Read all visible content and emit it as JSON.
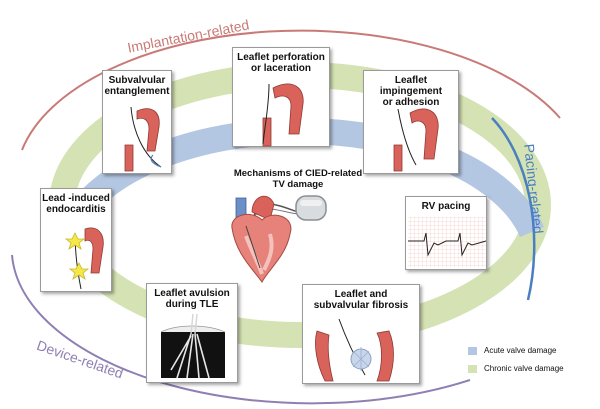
{
  "center_title": "Mechanisms of CIED-related\nTV damage",
  "categories": {
    "implantation": "Implantation-related",
    "pacing": "Pacing-related",
    "device": "Device-related"
  },
  "cards": {
    "subvalvular": "Subvalvular\nentanglement",
    "perforation": "Leaflet perforation\nor laceration",
    "impingement": "Leaflet impingement\nor adhesion",
    "endocarditis": "Lead -induced\nendocarditis",
    "rv_pacing": "RV pacing",
    "avulsion": "Leaflet avulsion\nduring TLE",
    "fibrosis": "Leaflet and\nsubvalvular fibrosis"
  },
  "legend": {
    "acute": "Acute valve damage",
    "chronic": "Chronic valve damage"
  },
  "colors": {
    "acute": "#b3c6e2",
    "chronic": "#d5e2b3",
    "implantation": "#c97a77",
    "pacing": "#4a7fc0",
    "device": "#8f7fb3",
    "vessel": "#d9625a"
  }
}
